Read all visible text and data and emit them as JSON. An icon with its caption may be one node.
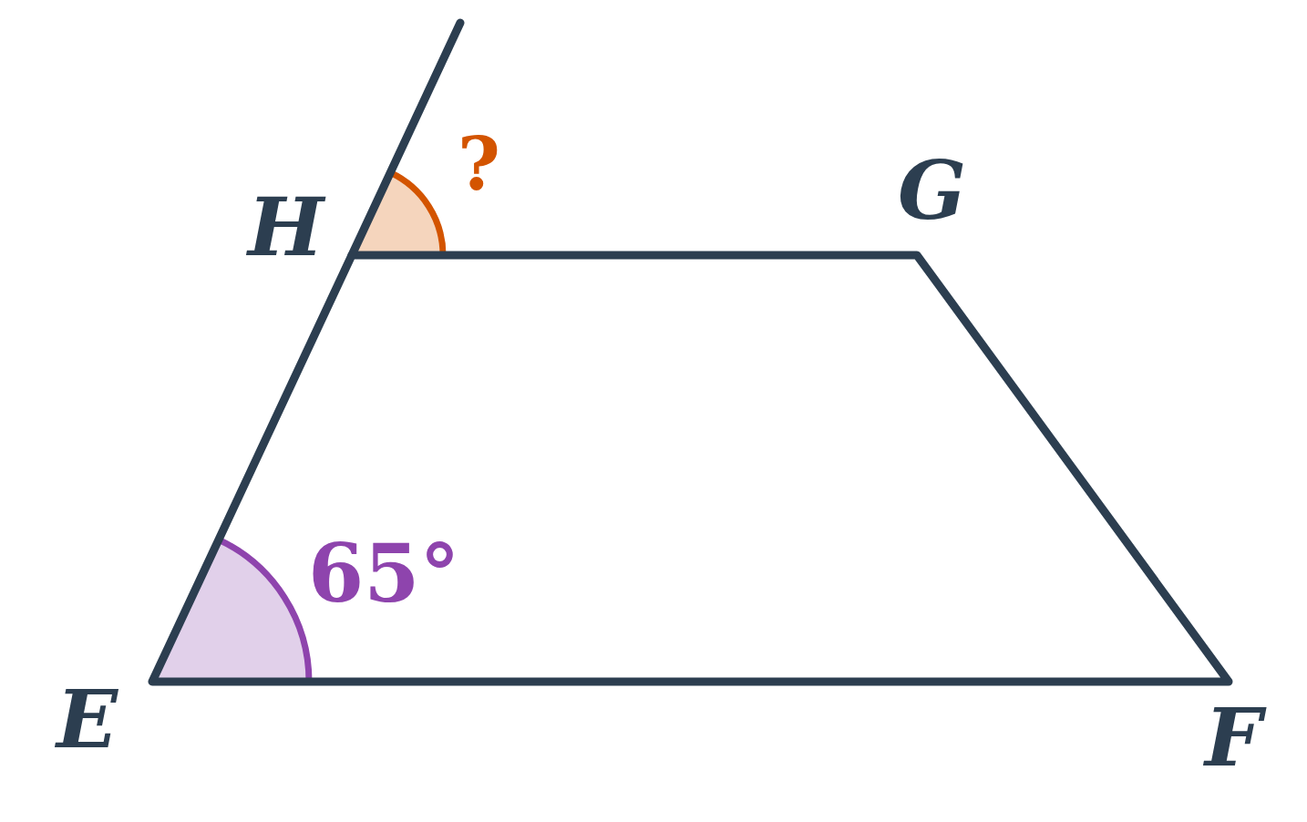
{
  "diagram": {
    "labels": [
      "H",
      "?",
      "G",
      "65°",
      "E",
      "F"
    ]
  }
}
